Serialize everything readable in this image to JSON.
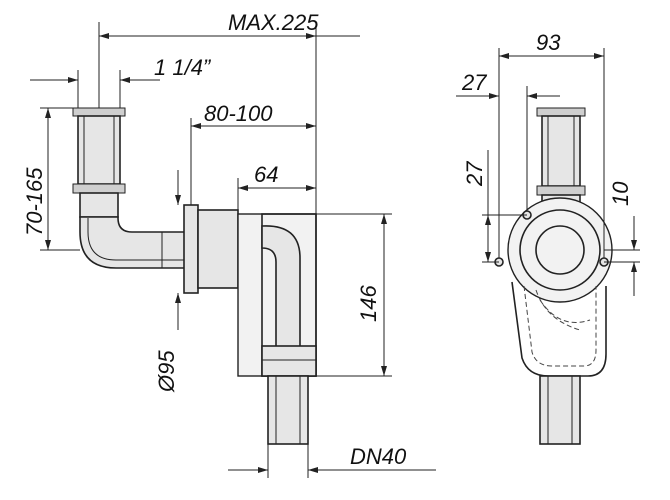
{
  "drawing": {
    "dimensions": {
      "max_width": "MAX.225",
      "pipe_size": "1 1/4”",
      "wall_offset": "80-100",
      "outlet_offset": "64",
      "height_range": "70-165",
      "body_height": "146",
      "flange_diameter": "Ø95",
      "outlet_size": "DN40",
      "side_width": "93",
      "side_offset": "27",
      "side_drop": "27",
      "side_small": "10"
    }
  }
}
